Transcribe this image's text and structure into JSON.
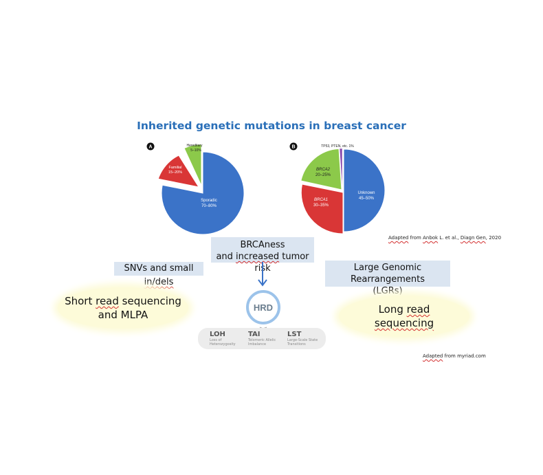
{
  "title": "Inherited genetic mutations in breast cancer",
  "chart_a": {
    "badge": "A",
    "slices": [
      {
        "label": "Sporadic",
        "range": "70–80%",
        "color": "#3b73c8"
      },
      {
        "label": "Familial",
        "range": "15–20%",
        "color": "#d93636"
      },
      {
        "label": "Hereditary",
        "range": "5–10%",
        "color": "#8cc94a"
      }
    ]
  },
  "chart_b": {
    "badge": "B",
    "slices": [
      {
        "label": "Unknown",
        "range": "45–50%",
        "color": "#3b73c8"
      },
      {
        "label": "BRCA1",
        "range": "30–35%",
        "color": "#d93636"
      },
      {
        "label": "BRCA2",
        "range": "20–25%",
        "color": "#8cc94a"
      },
      {
        "label": "TP53, PTEN, etc. 1%",
        "range": "",
        "color": "#8a4cae"
      }
    ]
  },
  "credit_top": {
    "pre": "Adapted",
    "mid1": " from ",
    "author": "Anbok",
    "mid2": " L. et al., ",
    "journal": "Diagn Gen",
    "post": ", 2020"
  },
  "brcaness": {
    "line1": "BRCAness",
    "line2a": "and ",
    "line2b": "increased",
    "line2c": " tumor risk"
  },
  "snv": {
    "pre": "SNVs and small ",
    "post": "in/dels"
  },
  "lgr": {
    "line1": "Large Genomic Rearrangements",
    "line2": "(LGRs)"
  },
  "short_read": {
    "pre": "Short ",
    "read": "read",
    "post": " sequencing",
    "line2": "and MLPA"
  },
  "long_read": {
    "pre": "Long ",
    "read": "read",
    "line2": "sequencing"
  },
  "hrd": {
    "label": "HRD",
    "items": [
      {
        "abbr": "LOH",
        "full": "Loss of Heterozygosity"
      },
      {
        "abbr": "TAI",
        "full": "Telomeric Allelic Imbalance"
      },
      {
        "abbr": "LST",
        "full": "Large-Scale State Transitions"
      }
    ]
  },
  "credit_bottom": {
    "pre": "Adapted",
    "post": " from myriad.com"
  }
}
